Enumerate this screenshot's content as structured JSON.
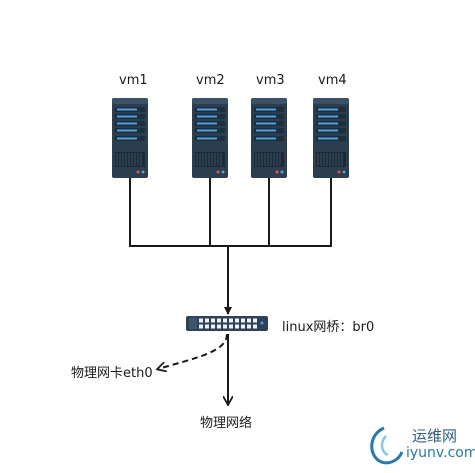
{
  "vms": [
    {
      "label": "vm1"
    },
    {
      "label": "vm2"
    },
    {
      "label": "vm3"
    },
    {
      "label": "vm4"
    }
  ],
  "bridge": {
    "label": "linux网桥：br0"
  },
  "nic": {
    "label": "物理网卡eth0"
  },
  "network": {
    "label": "物理网络"
  },
  "watermark": {
    "cn": "运维网",
    "en": "iyunv.com"
  },
  "colors": {
    "server_body": "#2b3e50",
    "server_panel": "#4aa3df",
    "switch_body": "#2e4257",
    "line": "#1a1a1a"
  }
}
